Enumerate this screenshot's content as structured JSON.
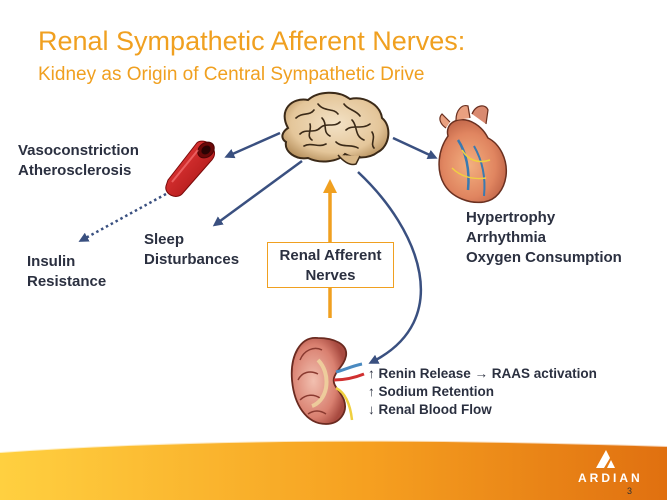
{
  "header": {
    "title": "Renal Sympathetic Afferent Nerves:",
    "subtitle": "Kidney as Origin of Central Sympathetic Drive"
  },
  "labels": {
    "vasoconstriction": "Vasoconstriction",
    "atherosclerosis": "Atherosclerosis",
    "insulin": "Insulin",
    "resistance": "Resistance",
    "sleep": "Sleep",
    "disturbances": "Disturbances",
    "hypertrophy": "Hypertrophy",
    "arrhythmia": "Arrhythmia",
    "oxygen": "Oxygen Consumption",
    "renal_afferent_1": "Renal Afferent",
    "renal_afferent_2": "Nerves"
  },
  "kidney_effects": [
    "↑ Renin Release → RAAS activation",
    "↑ Sodium Retention",
    "↓ Renal Blood Flow"
  ],
  "footer": {
    "logo": "ARDIAN",
    "page_number": "3"
  },
  "colors": {
    "accent": "#f0a020",
    "arrow_blue": "#3a5080",
    "text_dark": "#2b3040",
    "artery_red": "#d42020"
  }
}
